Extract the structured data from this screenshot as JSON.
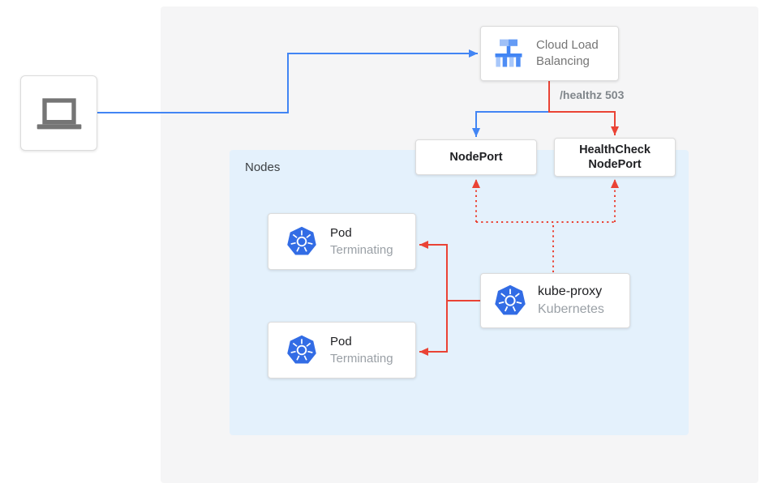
{
  "colors": {
    "blue_edge": "#4285F4",
    "red_edge": "#EA4335",
    "nodes_bg": "#E4F1FC",
    "panel_bg": "#F5F5F6",
    "kubernetes_blue": "#326CE5",
    "icon_gray": "#757575"
  },
  "icons": {
    "client": "laptop-icon",
    "load_balancer": "cloud-load-balancing-icon",
    "pod": "kubernetes-icon",
    "kube_proxy": "kubernetes-icon"
  },
  "load_balancer": {
    "label": "Cloud Load Balancing"
  },
  "edge_label": "/healthz 503",
  "nodes_group": {
    "label": "Nodes"
  },
  "node_port": {
    "label": "NodePort"
  },
  "health_check_node_port": {
    "label": "HealthCheck NodePort"
  },
  "pods": [
    {
      "title": "Pod",
      "status": "Terminating"
    },
    {
      "title": "Pod",
      "status": "Terminating"
    }
  ],
  "kube_proxy": {
    "title": "kube-proxy",
    "subtitle": "Kubernetes"
  }
}
